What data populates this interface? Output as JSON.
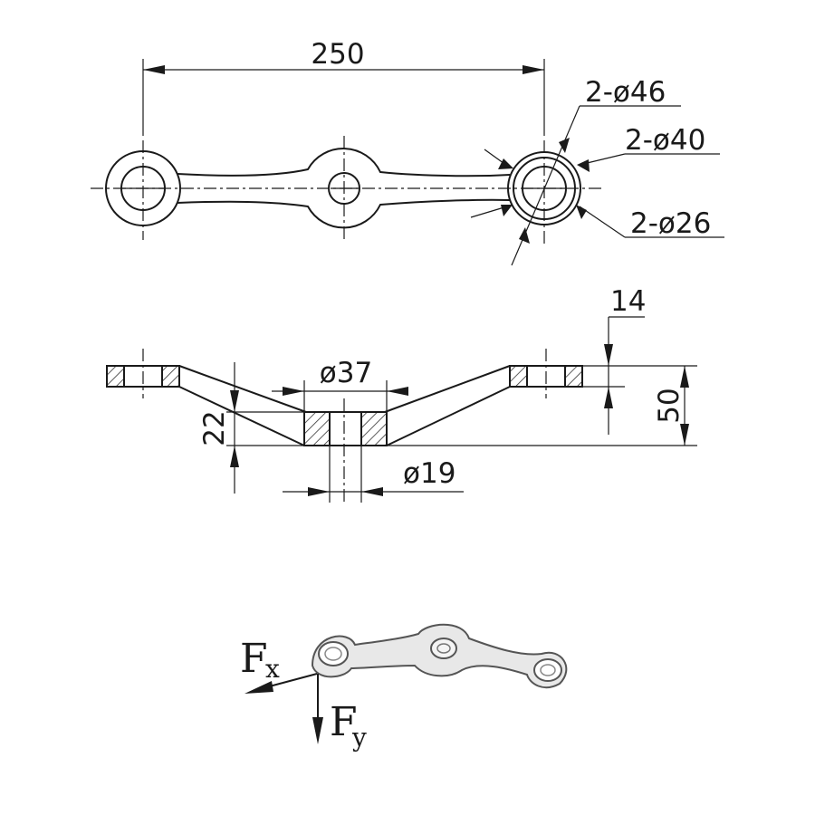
{
  "top_view": {
    "length_dim": "250",
    "outer_dia_label": "2-ø46",
    "mid_dia_label": "2-ø40",
    "hole_dia_label": "2-ø26"
  },
  "side_view": {
    "thickness_dim": "14",
    "height_dim": "50",
    "center_height_dim": "22",
    "center_boss_dia": "ø37",
    "center_hole_dia": "ø19"
  },
  "forces": {
    "fx_main": "F",
    "fx_sub": "x",
    "fy_main": "F",
    "fy_sub": "y"
  },
  "colors": {
    "ink": "#1a1a1a",
    "hatch": "#333333",
    "photo_outline": "#555555",
    "photo_fill": "#e8e8e8"
  }
}
